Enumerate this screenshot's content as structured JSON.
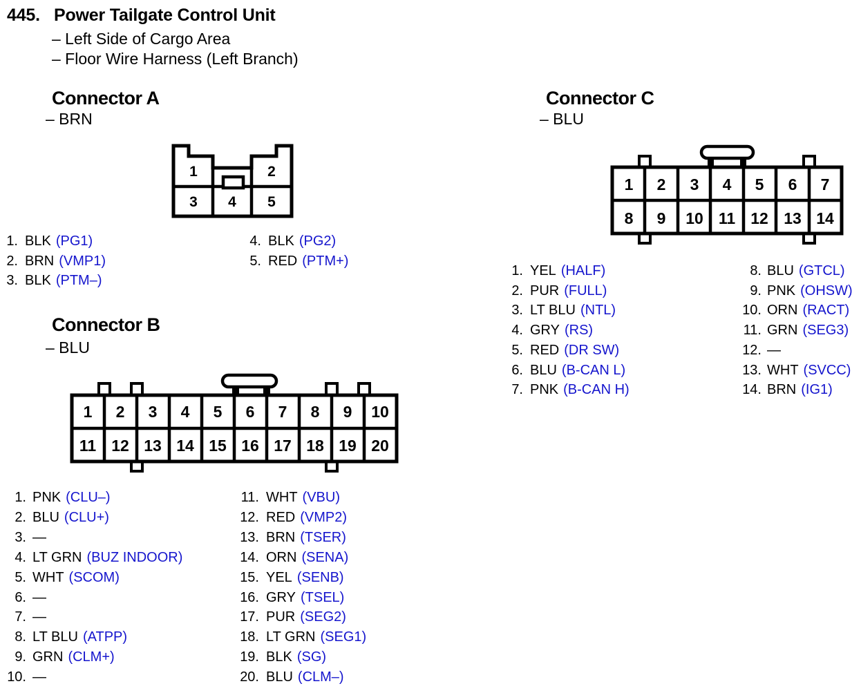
{
  "header": {
    "number": "445.",
    "title": "Power Tailgate Control Unit",
    "locations": [
      "– Left Side of Cargo Area",
      "– Floor Wire Harness (Left Branch)"
    ]
  },
  "palette": {
    "signal_blue": "#1515cd",
    "ink": "#000000"
  },
  "connector_a": {
    "heading": "Connector A",
    "housing_color": "– BRN",
    "cavity_numbers": [
      "1",
      "2",
      "3",
      "4",
      "5"
    ],
    "pins_left": [
      {
        "num": "1.",
        "wire": "BLK",
        "signal": "(PG1)"
      },
      {
        "num": "2.",
        "wire": "BRN",
        "signal": "(VMP1)"
      },
      {
        "num": "3.",
        "wire": "BLK",
        "signal": "(PTM–)"
      }
    ],
    "pins_right": [
      {
        "num": "4.",
        "wire": "BLK",
        "signal": "(PG2)"
      },
      {
        "num": "5.",
        "wire": "RED",
        "signal": "(PTM+)"
      }
    ]
  },
  "connector_b": {
    "heading": "Connector B",
    "housing_color": "– BLU",
    "cavity_numbers": [
      "1",
      "2",
      "3",
      "4",
      "5",
      "6",
      "7",
      "8",
      "9",
      "10",
      "11",
      "12",
      "13",
      "14",
      "15",
      "16",
      "17",
      "18",
      "19",
      "20"
    ],
    "pins_left": [
      {
        "num": "1.",
        "wire": "PNK",
        "signal": "(CLU–)"
      },
      {
        "num": "2.",
        "wire": "BLU",
        "signal": "(CLU+)"
      },
      {
        "num": "3.",
        "wire": "—",
        "signal": ""
      },
      {
        "num": "4.",
        "wire": "LT GRN",
        "signal": "(BUZ INDOOR)"
      },
      {
        "num": "5.",
        "wire": "WHT",
        "signal": "(SCOM)"
      },
      {
        "num": "6.",
        "wire": "—",
        "signal": ""
      },
      {
        "num": "7.",
        "wire": "—",
        "signal": ""
      },
      {
        "num": "8.",
        "wire": "LT BLU",
        "signal": "(ATPP)"
      },
      {
        "num": "9.",
        "wire": "GRN",
        "signal": "(CLM+)"
      },
      {
        "num": "10.",
        "wire": "—",
        "signal": ""
      }
    ],
    "pins_right": [
      {
        "num": "11.",
        "wire": "WHT",
        "signal": "(VBU)"
      },
      {
        "num": "12.",
        "wire": "RED",
        "signal": "(VMP2)"
      },
      {
        "num": "13.",
        "wire": "BRN",
        "signal": "(TSER)"
      },
      {
        "num": "14.",
        "wire": "ORN",
        "signal": "(SENA)"
      },
      {
        "num": "15.",
        "wire": "YEL",
        "signal": "(SENB)"
      },
      {
        "num": "16.",
        "wire": "GRY",
        "signal": "(TSEL)"
      },
      {
        "num": "17.",
        "wire": "PUR",
        "signal": "(SEG2)"
      },
      {
        "num": "18.",
        "wire": "LT GRN",
        "signal": "(SEG1)"
      },
      {
        "num": "19.",
        "wire": "BLK",
        "signal": "(SG)"
      },
      {
        "num": "20.",
        "wire": "BLU",
        "signal": "(CLM–)"
      }
    ]
  },
  "connector_c": {
    "heading": "Connector C",
    "housing_color": "– BLU",
    "cavity_numbers": [
      "1",
      "2",
      "3",
      "4",
      "5",
      "6",
      "7",
      "8",
      "9",
      "10",
      "11",
      "12",
      "13",
      "14"
    ],
    "pins_left": [
      {
        "num": "1.",
        "wire": "YEL",
        "signal": "(HALF)"
      },
      {
        "num": "2.",
        "wire": "PUR",
        "signal": "(FULL)"
      },
      {
        "num": "3.",
        "wire": "LT BLU",
        "signal": "(NTL)"
      },
      {
        "num": "4.",
        "wire": "GRY",
        "signal": "(RS)"
      },
      {
        "num": "5.",
        "wire": "RED",
        "signal": "(DR SW)"
      },
      {
        "num": "6.",
        "wire": "BLU",
        "signal": "(B-CAN L)"
      },
      {
        "num": "7.",
        "wire": "PNK",
        "signal": "(B-CAN H)"
      }
    ],
    "pins_right": [
      {
        "num": "8.",
        "wire": "BLU",
        "signal": "(GTCL)"
      },
      {
        "num": "9.",
        "wire": "PNK",
        "signal": "(OHSW)"
      },
      {
        "num": "10.",
        "wire": "ORN",
        "signal": "(RACT)"
      },
      {
        "num": "11.",
        "wire": "GRN",
        "signal": "(SEG3)"
      },
      {
        "num": "12.",
        "wire": "—",
        "signal": ""
      },
      {
        "num": "13.",
        "wire": "WHT",
        "signal": "(SVCC)"
      },
      {
        "num": "14.",
        "wire": "BRN",
        "signal": "(IG1)"
      }
    ]
  }
}
